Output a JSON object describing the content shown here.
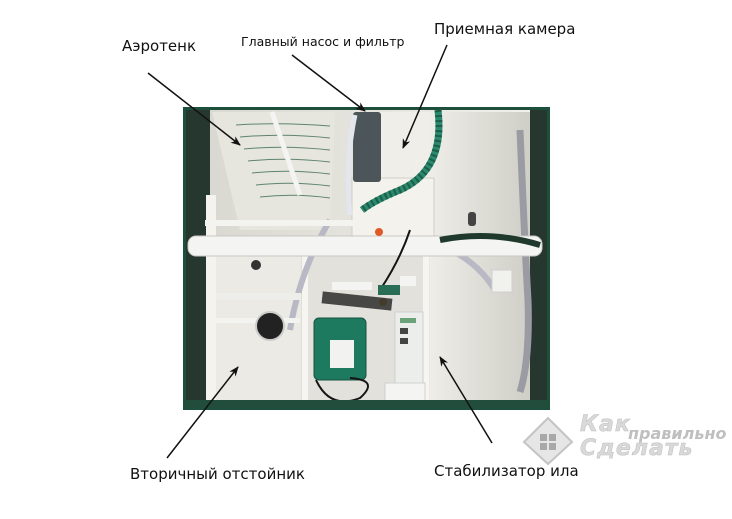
{
  "labels": {
    "aerotank": "Аэротенк",
    "main_pump_filter": "Главный насос и фильтр",
    "receiving_chamber": "Приемная камера",
    "secondary_settler": "Вторичный отстойник",
    "sludge_stabilizer": "Стабилизатор ила"
  },
  "watermark": {
    "line1": "Как",
    "line1_small": "правильно",
    "line2": "Сделать",
    "icon": "house-window-icon"
  },
  "colors": {
    "tank_green": "#1f5a45",
    "tank_wall": "#e8e6df",
    "hose_green": "#2a8a6e",
    "pump_green": "#1e7a5e",
    "pipe_white": "#f2f2f0",
    "arrow": "#111111"
  }
}
